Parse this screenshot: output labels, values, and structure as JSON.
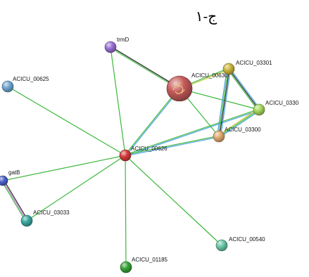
{
  "heading": "ج-١",
  "nodes": [
    {
      "id": "trmD",
      "label": "trmD",
      "color": "#9b6fd4"
    },
    {
      "id": "ACICU_00625",
      "label": "ACICU_00625",
      "color": "#6fa6d0"
    },
    {
      "id": "ACICU_00630",
      "label": "ACICU_00630",
      "color": "#c55a5a"
    },
    {
      "id": "ACICU_03301",
      "label": "ACICU_03301",
      "color": "#c8b43a"
    },
    {
      "id": "ACICU_0330x",
      "label": "ACICU_0330",
      "color": "#a6d65c"
    },
    {
      "id": "ACICU_03300",
      "label": "ACICU_03300",
      "color": "#e0a870"
    },
    {
      "id": "ACICU_00626",
      "label": "ACICU_00626",
      "color": "#d63a3a"
    },
    {
      "id": "gatB",
      "label": "gatB",
      "color": "#4a5fc8"
    },
    {
      "id": "ACICU_03033",
      "label": "ACICU_03033",
      "color": "#3aa6a0"
    },
    {
      "id": "ACICU_00540",
      "label": "ACICU_00540",
      "color": "#66c7a6"
    },
    {
      "id": "ACICU_01185",
      "label": "ACICU_01185",
      "color": "#36a336"
    }
  ],
  "edges": [
    {
      "from": "ACICU_00626",
      "to": "trmD",
      "colors": [
        "#3cb83c"
      ]
    },
    {
      "from": "ACICU_00626",
      "to": "ACICU_00625",
      "colors": [
        "#3cb83c"
      ]
    },
    {
      "from": "ACICU_00626",
      "to": "ACICU_00630",
      "colors": [
        "#3cb83c",
        "#4aa0e0"
      ]
    },
    {
      "from": "ACICU_00626",
      "to": "ACICU_0330x",
      "colors": [
        "#3cb83c",
        "#4aa0e0"
      ]
    },
    {
      "from": "ACICU_00626",
      "to": "ACICU_03300",
      "colors": [
        "#3cb83c",
        "#4aa0e0"
      ]
    },
    {
      "from": "ACICU_00626",
      "to": "gatB",
      "colors": [
        "#3cb83c"
      ]
    },
    {
      "from": "ACICU_00626",
      "to": "ACICU_03033",
      "colors": [
        "#3cb83c"
      ]
    },
    {
      "from": "ACICU_00626",
      "to": "ACICU_00540",
      "colors": [
        "#3cb83c"
      ]
    },
    {
      "from": "ACICU_00626",
      "to": "ACICU_01185",
      "colors": [
        "#3cb83c"
      ]
    },
    {
      "from": "trmD",
      "to": "ACICU_00630",
      "colors": [
        "#222222",
        "#3cb83c"
      ]
    },
    {
      "from": "ACICU_00630",
      "to": "ACICU_03301",
      "colors": [
        "#3cb83c",
        "#c8c83a"
      ]
    },
    {
      "from": "ACICU_00630",
      "to": "ACICU_0330x",
      "colors": [
        "#3cb83c"
      ]
    },
    {
      "from": "ACICU_00630",
      "to": "ACICU_03300",
      "colors": [
        "#3cb83c"
      ]
    },
    {
      "from": "ACICU_03301",
      "to": "ACICU_03300",
      "colors": [
        "#4aa0e0",
        "#222222",
        "#3cb83c",
        "#4aa0e0"
      ]
    },
    {
      "from": "ACICU_03301",
      "to": "ACICU_0330x",
      "colors": [
        "#4aa0e0",
        "#222222",
        "#3cb83c"
      ]
    },
    {
      "from": "ACICU_0330x",
      "to": "ACICU_03300",
      "colors": [
        "#4aa0e0",
        "#3cb83c",
        "#c8c83a"
      ]
    },
    {
      "from": "gatB",
      "to": "ACICU_03033",
      "colors": [
        "#222222",
        "#c070d0",
        "#3cb83c"
      ]
    }
  ]
}
